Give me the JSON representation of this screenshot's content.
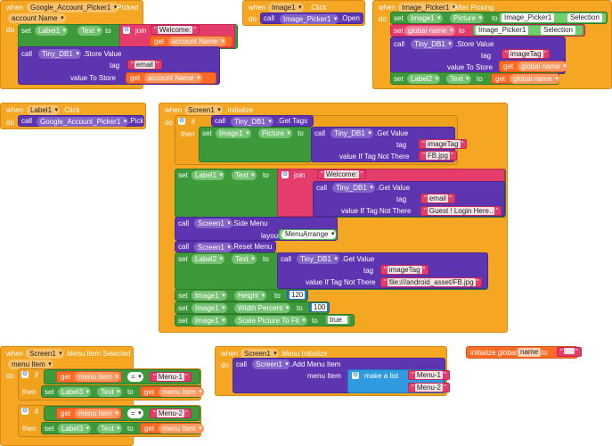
{
  "kw": {
    "when": "when",
    "do": "do",
    "call": "call",
    "set": "set",
    "to": "to",
    "get": "get",
    "join": "join",
    "if": "if",
    "then": "then",
    "tag": "tag",
    "value_to_store": "value To Store",
    "value_if_tag_not_there": "value If Tag Not There",
    "initialize_global": "initialize global",
    "make_a_list": "make a list",
    "menu_item": "menu Item",
    "layout": "layout",
    "eq": "=",
    "dot": "."
  },
  "b1": {
    "component": "Google_Account_Picker1",
    "event": ".Picked",
    "param": "account Name",
    "label": "Label1",
    "prop": "Text",
    "str_welcome": "Welcome:",
    "get_account": "account Name",
    "db": "Tiny_DB1",
    "method": ".Store Value",
    "tag": "email",
    "get_value": "account Name"
  },
  "b2": {
    "component": "Image1",
    "event": ".Click",
    "picker": "Image_Picker1",
    "method": ".Open"
  },
  "b3": {
    "component": "Image_Picker1",
    "event": ".After Picking",
    "image": "Image1",
    "prop_picture": "Picture",
    "picker": "Image_Picker1",
    "selection": "Selection",
    "global_name": "global name",
    "db": "Tiny_DB1",
    "method": ".Store Value",
    "tag": "imageTag",
    "value": "global name",
    "label2": "Label2",
    "prop_text": "Text",
    "get_global": "global name"
  },
  "b4": {
    "component": "Label1",
    "event": ".Click",
    "picker": "Google_Account_Picker1",
    "method": ".Pick"
  },
  "b5": {
    "component": "Screen1",
    "event": ".Initialize",
    "db": "Tiny_DB1",
    "get_tags": ".Get Tags",
    "get_value": ".Get Value",
    "image": "Image1",
    "prop_picture": "Picture",
    "tag_image": "imageTag",
    "fb": "FB.jpg",
    "label1": "Label1",
    "prop_text": "Text",
    "str_welcome": "Welcome:",
    "tag_email": "email",
    "guest": "Guest ! Login Here..",
    "screen": "Screen1",
    "side_menu": ".Side Menu",
    "menu_arrange": "MenuArrange",
    "reset_menu": ".Reset Menu",
    "label2": "Label2",
    "tag_image2": "imageTag",
    "fb_path": "file:///android_asset/FB.jpg",
    "prop_height": "Height",
    "height_val": "120",
    "prop_width": "Width Percent",
    "width_val": "100",
    "prop_scale": "Scale Picture To Fit",
    "scale_val": "true"
  },
  "b6": {
    "component": "Screen1",
    "event": ".Menu Item Selected",
    "param": "menu Item",
    "get_menu_item": "menu Item",
    "menu1": "Menu-1",
    "menu2": "Menu-2",
    "label3": "Label3",
    "prop_text": "Text"
  },
  "b7": {
    "component": "Screen1",
    "event": ".Menu Initialize",
    "screen": "Screen1",
    "method": ".Add Menu Item",
    "menu1": "Menu-1",
    "menu2": "Menu-2"
  },
  "b8": {
    "name": "name",
    "value": ""
  }
}
